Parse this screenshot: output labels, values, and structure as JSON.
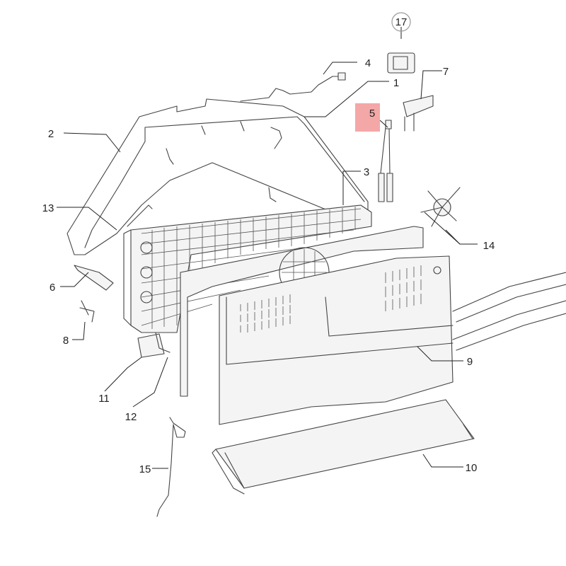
{
  "diagram": {
    "callouts": [
      {
        "id": "c1",
        "text": "1"
      },
      {
        "id": "c2",
        "text": "2"
      },
      {
        "id": "c3",
        "text": "3"
      },
      {
        "id": "c4",
        "text": "4"
      },
      {
        "id": "c5",
        "text": "5",
        "highlighted": true
      },
      {
        "id": "c6",
        "text": "6"
      },
      {
        "id": "c7",
        "text": "7"
      },
      {
        "id": "c8",
        "text": "8"
      },
      {
        "id": "c9",
        "text": "9"
      },
      {
        "id": "c10",
        "text": "10"
      },
      {
        "id": "c11",
        "text": "11"
      },
      {
        "id": "c12",
        "text": "12"
      },
      {
        "id": "c13",
        "text": "13"
      },
      {
        "id": "c14",
        "text": "14"
      },
      {
        "id": "c15",
        "text": "15"
      },
      {
        "id": "c17",
        "text": "17",
        "circled": true
      }
    ],
    "colors": {
      "highlight": "#f4a7a7",
      "line": "#444444",
      "circle": "#9a9a9a"
    }
  }
}
